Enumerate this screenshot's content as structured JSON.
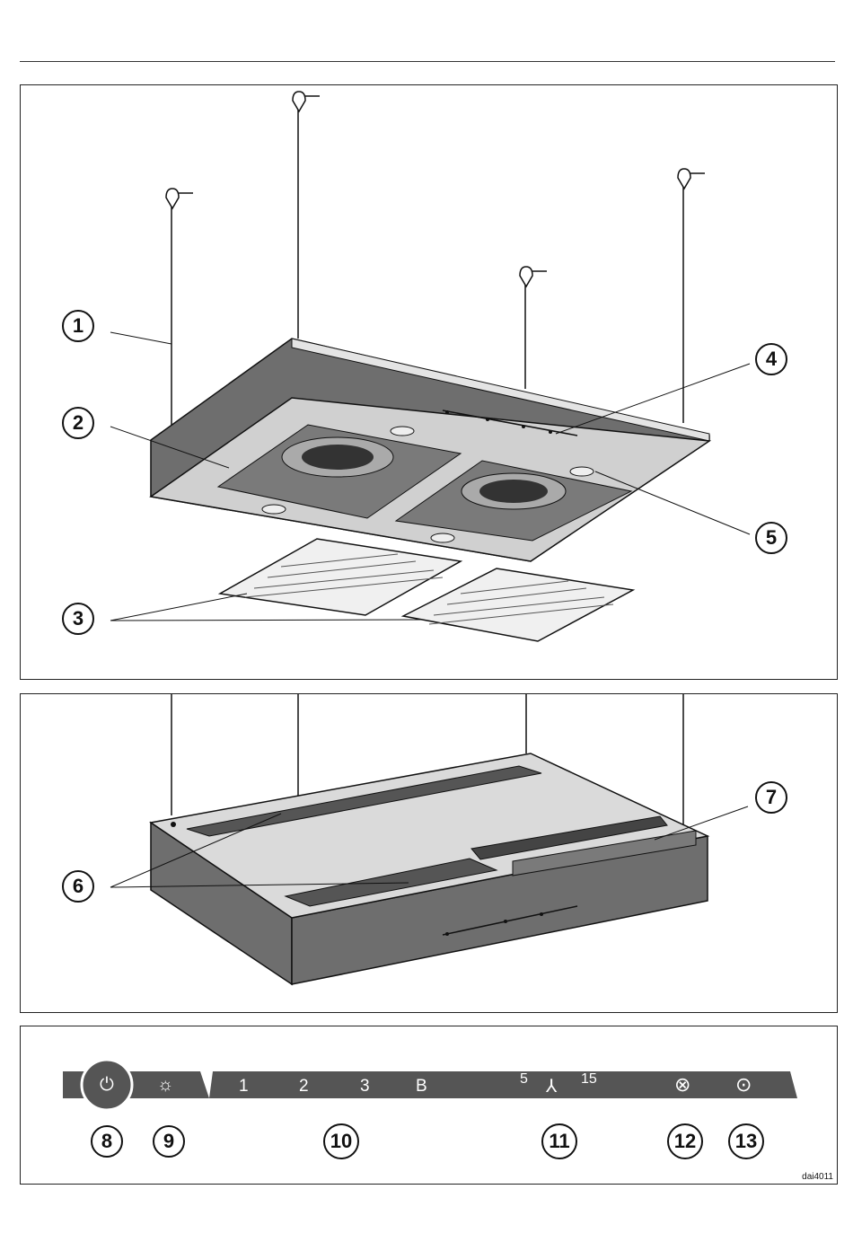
{
  "callouts": {
    "c1": "1",
    "c2": "2",
    "c3": "3",
    "c4": "4",
    "c5": "5",
    "c6": "6",
    "c7": "7",
    "c8": "8",
    "c9": "9",
    "c10": "10",
    "c11": "11",
    "c12": "12",
    "c13": "13"
  },
  "control_strip": {
    "fan_levels": [
      "1",
      "2",
      "3",
      "B"
    ],
    "timer_min": "5",
    "timer_max": "15",
    "icons": [
      "power-icon",
      "light-icon",
      "fan-timer-icon",
      "grease-filter-icon",
      "odour-filter-icon"
    ]
  },
  "reference_code": "dai4011",
  "colors": {
    "housing_dark": "#6e6e6e",
    "housing_light": "#d7d7d7",
    "strip": "#555555"
  }
}
